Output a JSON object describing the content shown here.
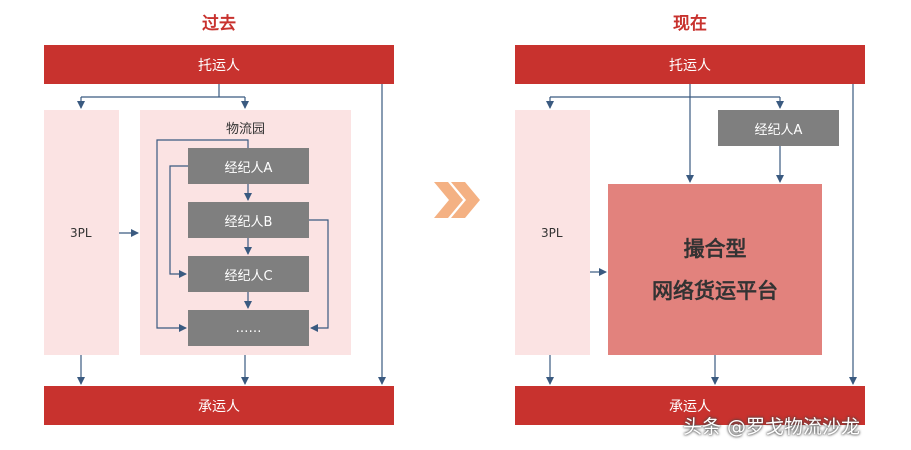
{
  "left": {
    "title": "过去",
    "shipper": "托运人",
    "carrier": "承运人",
    "tpl": "3PL",
    "park": "物流园",
    "broker_a": "经纪人A",
    "broker_b": "经纪人B",
    "broker_c": "经纪人C",
    "broker_more": "……"
  },
  "right": {
    "title": "现在",
    "shipper": "托运人",
    "carrier": "承运人",
    "tpl": "3PL",
    "broker_a": "经纪人A",
    "platform_line1": "撮合型",
    "platform_line2": "网络货运平台"
  },
  "watermark": "头条 @罗戈物流沙龙",
  "colors": {
    "red": "#c8322e",
    "pink": "#fbe3e3",
    "gray": "#7f7f7f",
    "platform": "#e2827d",
    "arrow": "#3a5a80",
    "chevron": "#f4b183"
  }
}
